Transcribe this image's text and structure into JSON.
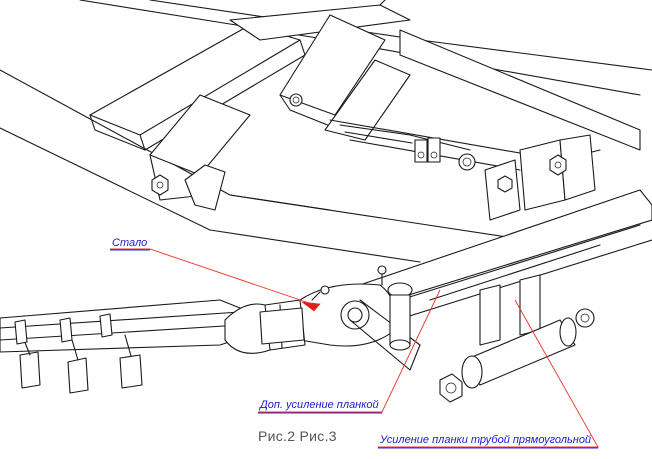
{
  "labels": {
    "stalo": "Стало",
    "reinforcement_plate": "Доп. усиление планкой",
    "reinforcement_tube": "Усиление планки трубой прямоугольной"
  },
  "caption": "Рис.2 Рис.3",
  "colors": {
    "label_text": "#1a1ad0",
    "label_underline": "#2a2ad8",
    "callout_line": "#e8332a",
    "marker_fill": "#e0201a",
    "drawing_line": "#1a1a1a",
    "caption_text": "#555555"
  }
}
